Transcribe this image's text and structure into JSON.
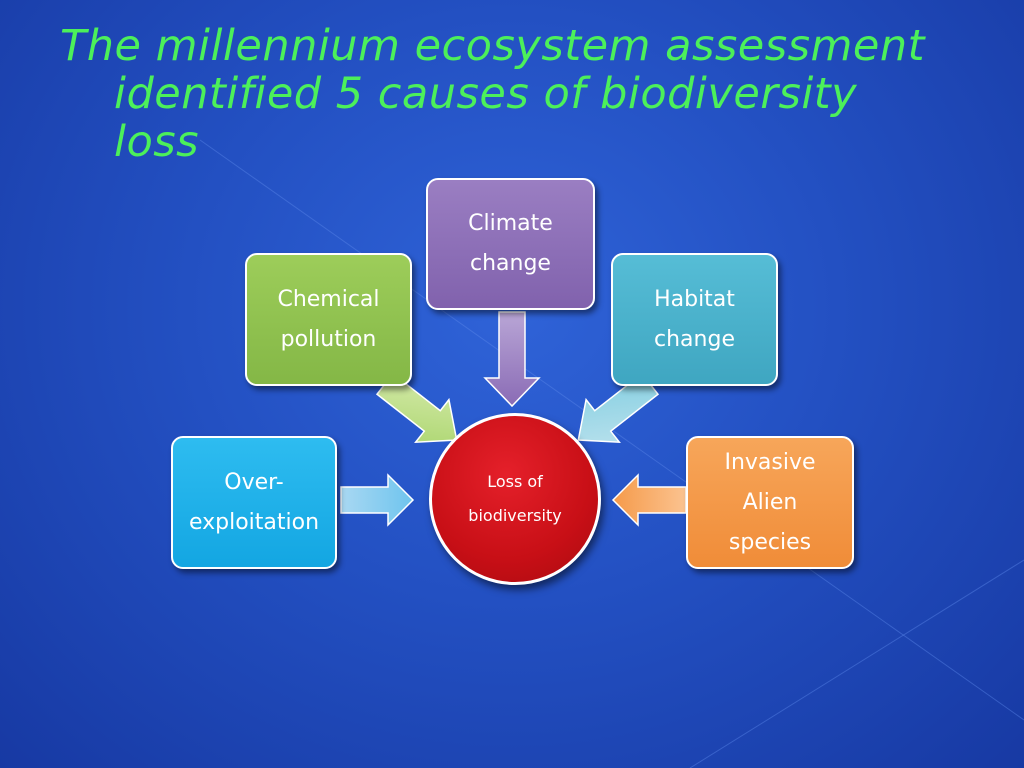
{
  "title_lines": [
    "The millennium ecosystem assessment",
    "identified 5 causes of biodiversity",
    "loss"
  ],
  "hub": {
    "line1": "Loss of",
    "line2": "biodiversity",
    "color": "#c8101a"
  },
  "causes": {
    "climate": {
      "line1": "Climate",
      "line2": "change",
      "color": "#8a6bb5"
    },
    "chemical": {
      "line1": "Chemical",
      "line2": "pollution",
      "color": "#8fc34f"
    },
    "habitat": {
      "line1": "Habitat",
      "line2": "change",
      "color": "#4ab2cc"
    },
    "overexploitation": {
      "line1": "Over-",
      "line2": "exploitation",
      "color": "#1eb2ea"
    },
    "invasive": {
      "line1": "Invasive",
      "line2": "Alien",
      "line3": "species",
      "color": "#f59a4a"
    }
  },
  "colors": {
    "background": "#2352c4",
    "title": "#4cf05a"
  }
}
